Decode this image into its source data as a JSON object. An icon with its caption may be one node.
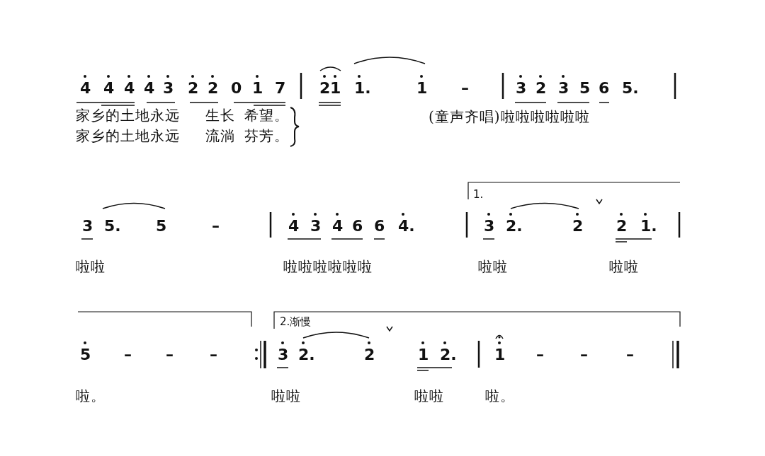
{
  "diagram": {
    "labels": [
      "4",
      "4",
      "4",
      "4",
      "3",
      "2",
      "2",
      "0",
      "1",
      "7",
      "2",
      "1",
      "1.",
      "1",
      "–",
      "3",
      "2",
      "3",
      "5",
      "6",
      "5.",
      "家乡的土地永远",
      "生长",
      "希望。",
      "(童声齐唱)啦啦啦啦啦啦",
      "家乡的土地永远",
      "流淌",
      "芬芳。",
      "1.",
      "3",
      "5.",
      "5",
      "–",
      "4",
      "3",
      "4",
      "6",
      "6",
      "4.",
      "3",
      "2.",
      "2",
      "2",
      "1.",
      "啦啦",
      "啦啦啦啦啦啦",
      "啦啦",
      "啦啦",
      "2.渐慢",
      "5",
      "–",
      "–",
      "–",
      "3",
      "2.",
      "2",
      "1",
      "2.",
      "1",
      "–",
      "–",
      "–",
      "啦。",
      "啦啦",
      "啦啦",
      "啦。"
    ]
  }
}
